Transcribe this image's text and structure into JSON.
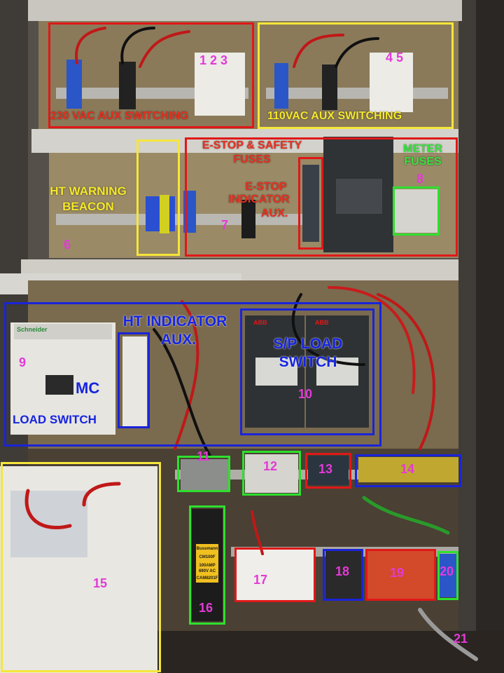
{
  "colors": {
    "red": "#e01818",
    "yellow": "#f5e63a",
    "blue": "#1a24d8",
    "green": "#2ee02e",
    "magenta": "#e23ad6",
    "label_red": "#e83020",
    "label_yellow": "#f4e82c",
    "label_blue": "#1624e0",
    "label_green": "#3ae040"
  },
  "labels": {
    "aux_230": "230 VAC AUX SWITCHING",
    "aux_110": "110VAC AUX SWITCHING",
    "estop_fuses_1": "E-STOP & SAFETY",
    "estop_fuses_2": "FUSES",
    "meter_fuses_1": "METER",
    "meter_fuses_2": "FUSES",
    "ht_beacon_1": "HT WARNING",
    "ht_beacon_2": "BEACON",
    "estop_aux_1": "E-STOP",
    "estop_aux_2": "INDICATOR",
    "estop_aux_3": "AUX.",
    "ht_ind_1": "HT INDICATOR",
    "ht_ind_2": "AUX.",
    "sp_load_1": "S/P LOAD",
    "sp_load_2": "SWITCH",
    "mc": "MC",
    "load_switch": "LOAD SWITCH",
    "brand_schneider": "Schneider",
    "brand_abb_1": "ABB",
    "brand_abb_2": "ABB"
  },
  "numbers": {
    "n123": "1 2 3",
    "n45": "4 5",
    "n6": "6",
    "n7": "7",
    "n8": "8",
    "n9": "9",
    "n10": "10",
    "n11": "11",
    "n12": "12",
    "n13": "13",
    "n14": "14",
    "n15": "15",
    "n16": "16",
    "n17": "17",
    "n18": "18",
    "n19": "19",
    "n20": "20",
    "n21": "21"
  },
  "fuse_label": {
    "brand": "Bussmann",
    "model": "CM100F",
    "rating_1": "100AMP",
    "rating_2": "690V AC",
    "code": "CAM8201F"
  }
}
